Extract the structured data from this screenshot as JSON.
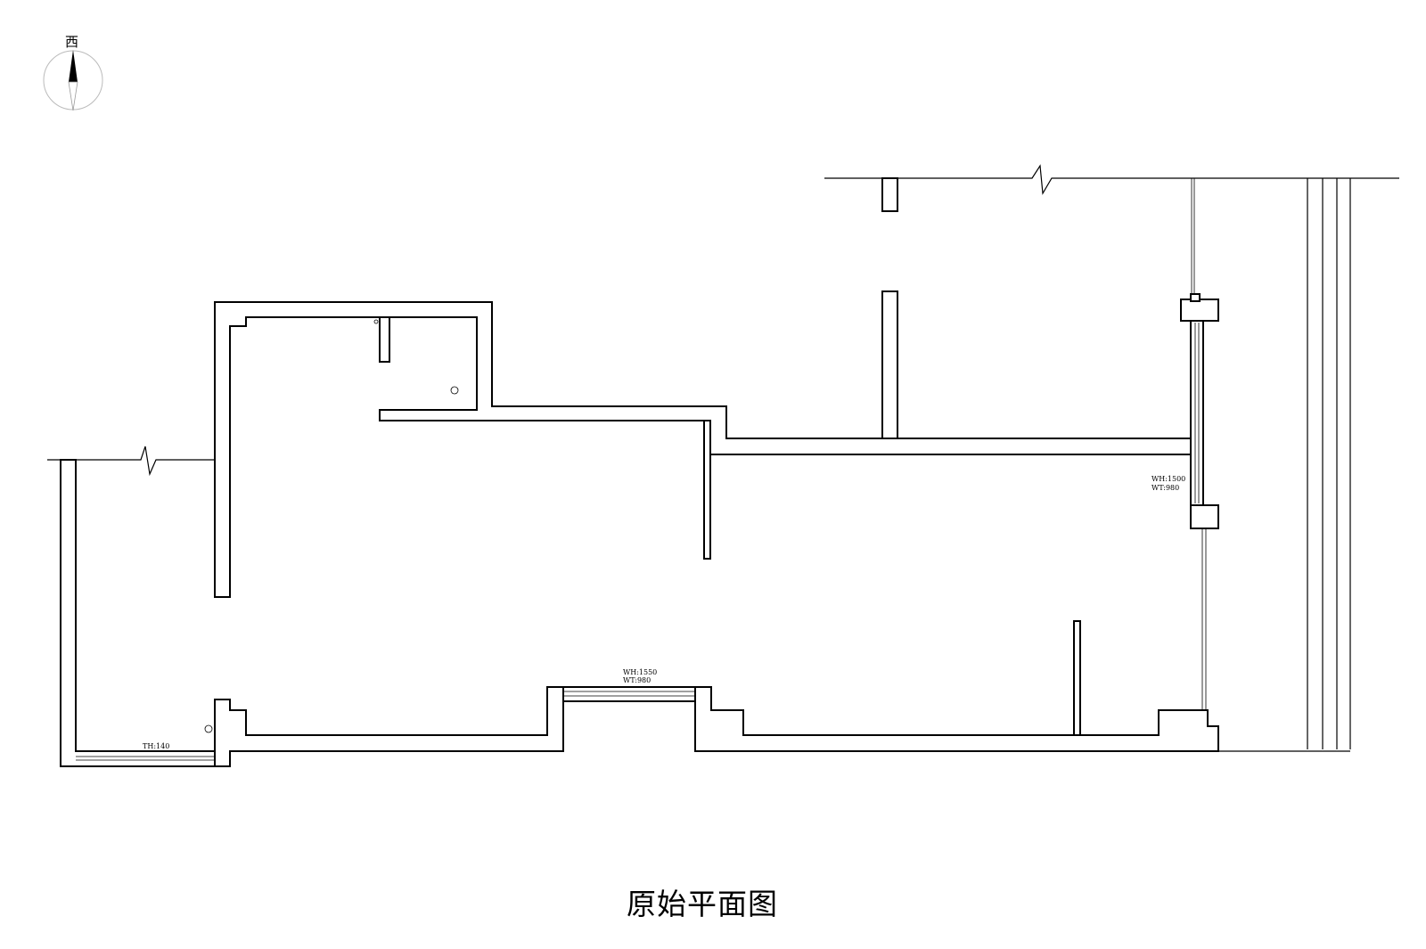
{
  "compass": {
    "direction_label": "西"
  },
  "annotations": {
    "window_right": {
      "height": "WH:1500",
      "sill": "WT:980"
    },
    "window_bottom": {
      "height": "WH:1550",
      "sill": "WT:980"
    },
    "threshold_left": {
      "height": "TH:140"
    }
  },
  "title": "原始平面图",
  "colors": {
    "line": "#000000",
    "background": "#ffffff"
  }
}
